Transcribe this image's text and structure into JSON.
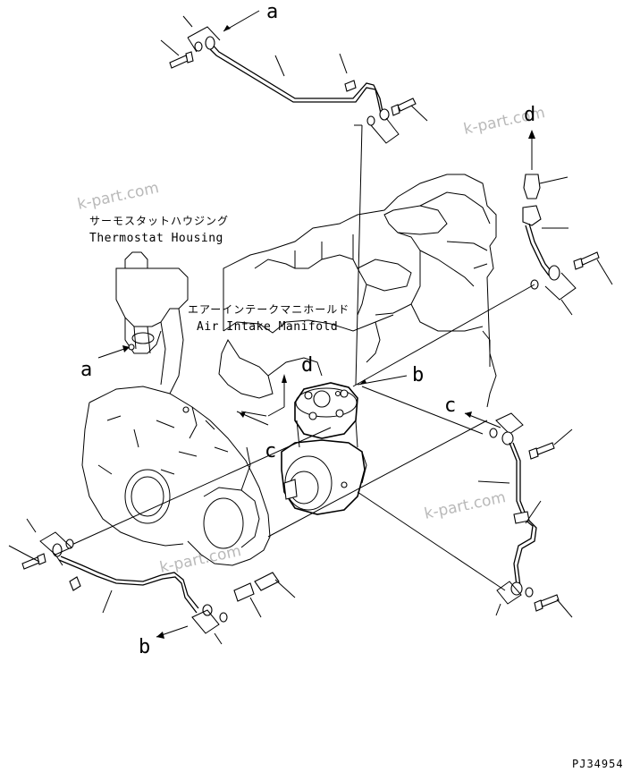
{
  "labels": {
    "thermostat_jp": "サーモスタットハウジング",
    "thermostat_en": "Thermostat Housing",
    "intake_jp": "エアーインテークマニホールド",
    "intake_en": "Air Intake Manifold"
  },
  "refs": {
    "a_top": "a",
    "a_left": "a",
    "b_center": "b",
    "b_bottom": "b",
    "c_center": "c",
    "c_right": "c",
    "d_center": "d",
    "d_right": "d"
  },
  "watermarks": [
    "k-part.com",
    "k-part.com",
    "k-part.com",
    "k-part.com"
  ],
  "drawing_number": "PJ34954"
}
